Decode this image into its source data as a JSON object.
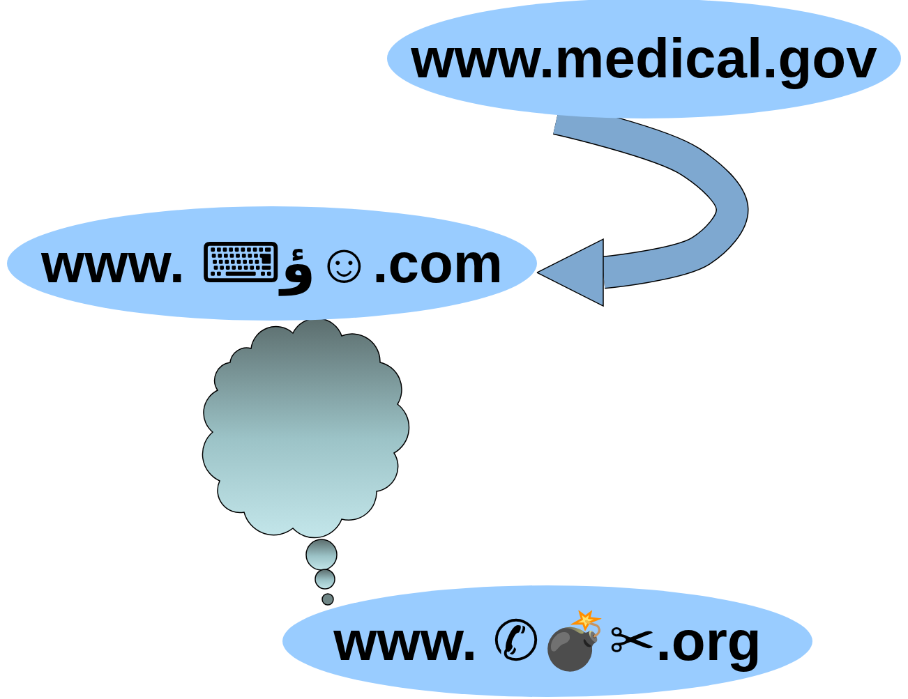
{
  "diagram": {
    "nodes": [
      {
        "text": [
          "www.medical.gov"
        ]
      },
      {
        "text": [
          "www. ⌨ؤ☺.com"
        ]
      },
      {
        "text": [
          "www. ✆💣✂.org"
        ]
      }
    ],
    "edges": [
      {
        "from": 0,
        "to": 1,
        "arrow": "to"
      }
    ]
  }
}
